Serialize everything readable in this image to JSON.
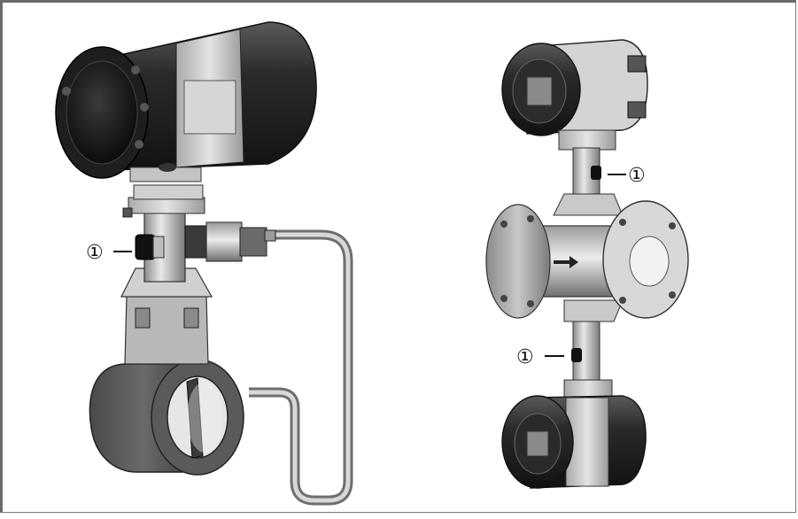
{
  "figure": {
    "callouts": [
      {
        "id": "left-meter-sensor",
        "label": "①"
      },
      {
        "id": "right-meter-upper-sensor",
        "label": "①"
      },
      {
        "id": "right-meter-lower-sensor",
        "label": "①"
      }
    ],
    "flow_arrow": "right-arrow-icon"
  }
}
